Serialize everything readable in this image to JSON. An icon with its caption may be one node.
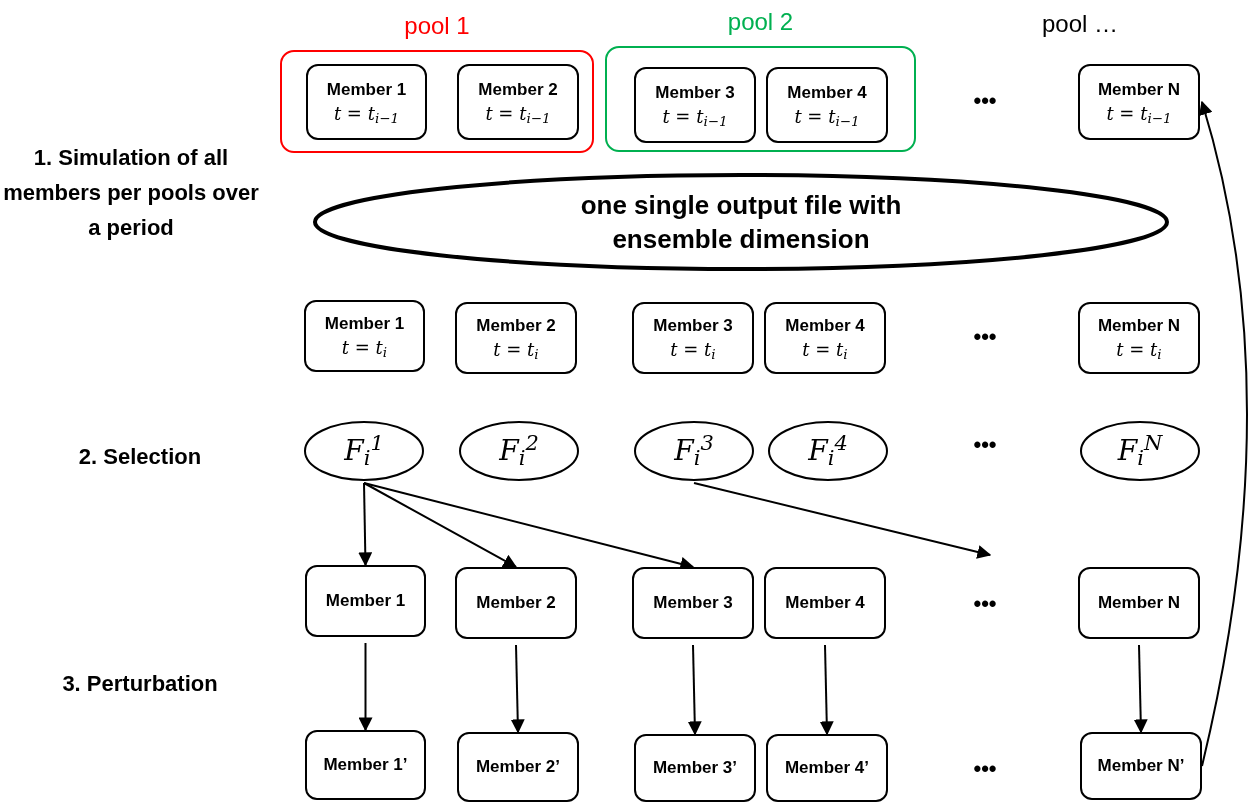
{
  "diagram": {
    "nodes": [
      {
        "text": [
          "pool 1"
        ]
      },
      {
        "text": [
          "Member 1",
          "t = t$_{i−1}$"
        ],
        "in": 0
      },
      {
        "text": [
          "Member 2",
          "t = t$_{i−1}$"
        ],
        "in": 0
      },
      {
        "text": [
          "pool 2"
        ]
      },
      {
        "text": [
          "Member 3",
          "t = t$_{i−1}$"
        ],
        "in": 3
      },
      {
        "text": [
          "Member 4",
          "t = t$_{i−1}$"
        ],
        "in": 3
      },
      {
        "text": [
          "Member N",
          "t = t$_{i−1}$"
        ]
      },
      {
        "text": [
          "one single output file with ensemble dimension"
        ]
      },
      {
        "text": [
          "Member 1",
          "t = t$_{i}$"
        ]
      },
      {
        "text": [
          "Member 2",
          "t = t$_{i}$"
        ]
      },
      {
        "text": [
          "Member 3",
          "t = t$_{i}$"
        ]
      },
      {
        "text": [
          "Member 4",
          "t = t$_{i}$"
        ]
      },
      {
        "text": [
          "Member N",
          "t = t$_{i}$"
        ]
      },
      {
        "text": [
          "F$_{i}$$^{1}$"
        ]
      },
      {
        "text": [
          "F$_{i}$$^{2}$"
        ]
      },
      {
        "text": [
          "F$_{i}$$^{3}$"
        ]
      },
      {
        "text": [
          "F$_{i}$$^{4}$"
        ]
      },
      {
        "text": [
          "F$_{i}$$^{N}$"
        ]
      },
      {
        "text": [
          "Member 1"
        ]
      },
      {
        "text": [
          "Member 2"
        ]
      },
      {
        "text": [
          "Member 3"
        ]
      },
      {
        "text": [
          "Member 4"
        ]
      },
      {
        "text": [
          "Member N"
        ]
      },
      {
        "text": [
          "Member 1’"
        ]
      },
      {
        "text": [
          "Member 2’"
        ]
      },
      {
        "text": [
          "Member 3’"
        ]
      },
      {
        "text": [
          "Member 4’"
        ]
      },
      {
        "text": [
          "Member N’"
        ]
      }
    ],
    "edges": [
      {
        "from": 13,
        "to": 18,
        "arrow": "to"
      },
      {
        "from": 13,
        "to": 19,
        "arrow": "to"
      },
      {
        "from": 13,
        "to": 20,
        "arrow": "to"
      },
      {
        "from": 15,
        "to": null,
        "arrow": "to"
      },
      {
        "from": 18,
        "to": 23,
        "arrow": "to"
      },
      {
        "from": 19,
        "to": 24,
        "arrow": "to"
      },
      {
        "from": 20,
        "to": 25,
        "arrow": "to"
      },
      {
        "from": 21,
        "to": 26,
        "arrow": "to"
      },
      {
        "from": 22,
        "to": 27,
        "arrow": "to"
      },
      {
        "from": 27,
        "to": 6,
        "arrow": "to"
      }
    ],
    "labels": [
      "pool …",
      "1. Simulation of all members per pools over a period",
      "•••",
      "•••",
      "2. Selection",
      "•••",
      "•••",
      "3. Perturbation",
      "•••"
    ]
  }
}
